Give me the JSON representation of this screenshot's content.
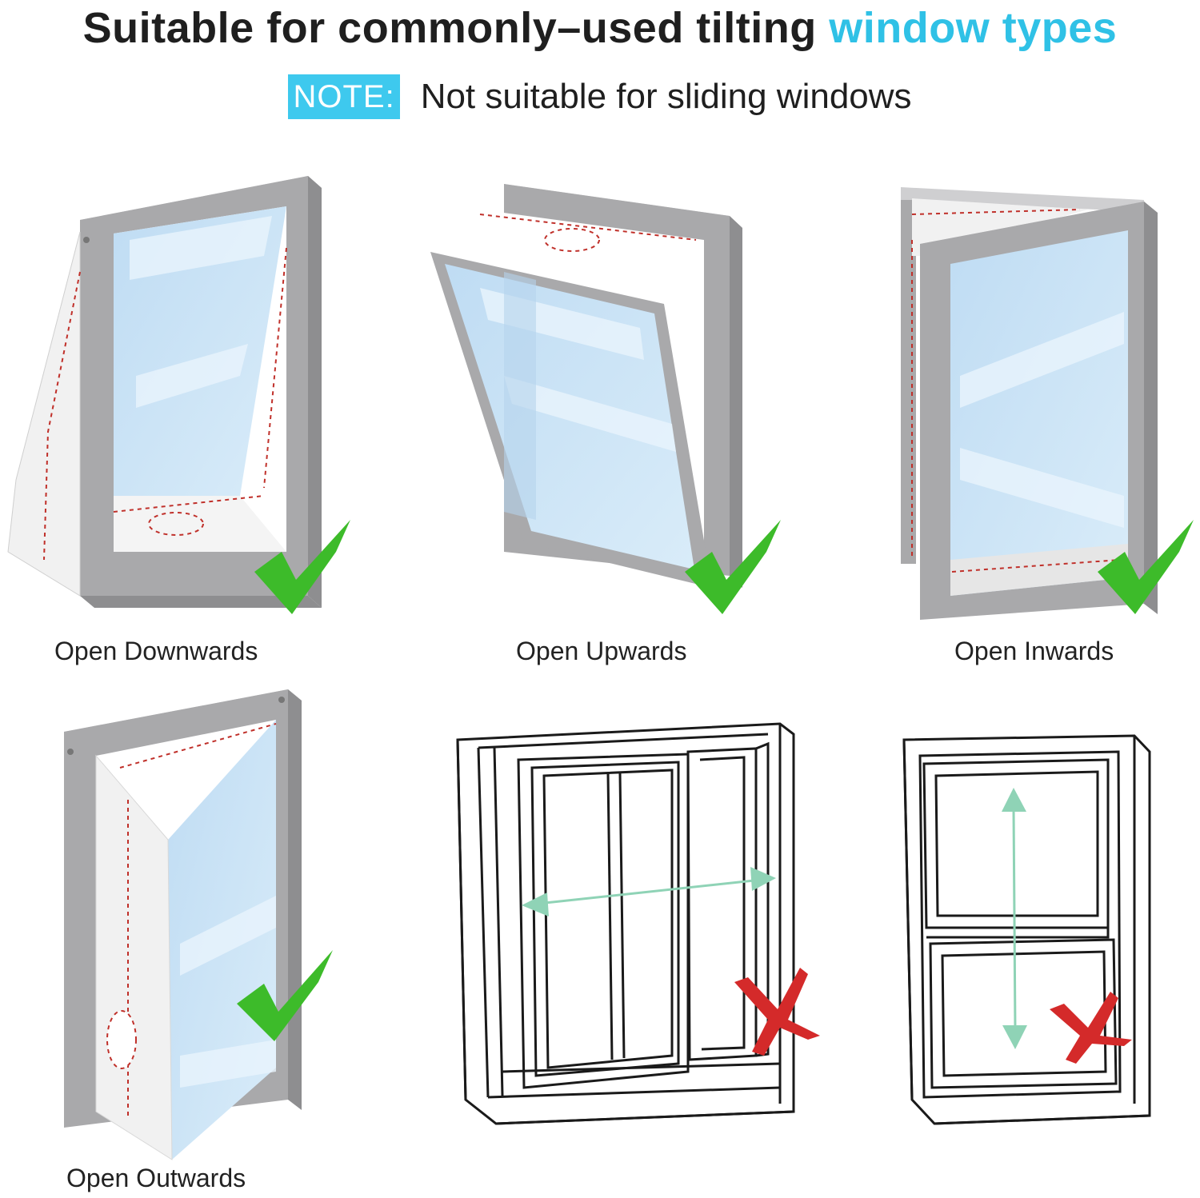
{
  "header": {
    "title_main": "Suitable for commonly–used tilting",
    "title_accent": "window types",
    "note_label": "NOTE:",
    "note_text": "Not suitable for sliding windows"
  },
  "panels": [
    {
      "caption": "Open Downwards",
      "status": "suitable"
    },
    {
      "caption": "Open Upwards",
      "status": "suitable"
    },
    {
      "caption": "Open Inwards",
      "status": "suitable"
    },
    {
      "caption": "Open Outwards",
      "status": "suitable"
    },
    {
      "caption": "",
      "status": "not-suitable",
      "icon": "sliding-window-horizontal"
    },
    {
      "caption": "",
      "status": "not-suitable",
      "icon": "sliding-window-vertical"
    }
  ],
  "colors": {
    "accent": "#2fc1e6",
    "frame": "#a9a9ab",
    "glass": "#cfe6f7",
    "check": "#3dbb2a",
    "cross": "#d42a2a",
    "seam": "#c0302a",
    "arrow": "#8fd3b6"
  }
}
